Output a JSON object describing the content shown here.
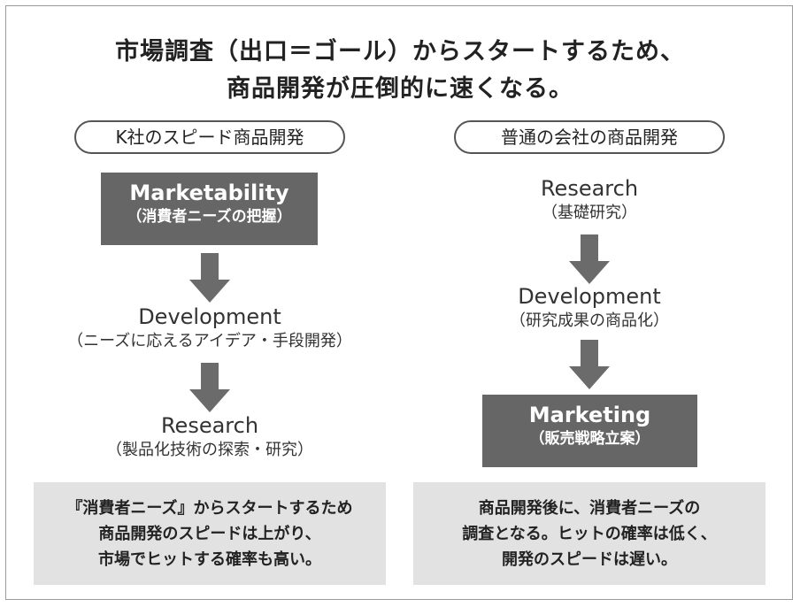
{
  "title": {
    "line1": "市場調査（出口＝ゴール）からスタートするため、",
    "line2": "商品開発が圧倒的に速くなる。"
  },
  "left": {
    "header": "K社のスピード商品開発",
    "step1": {
      "en": "Marketability",
      "jp": "（消費者ニーズの把握）"
    },
    "step2": {
      "en": "Development",
      "jp": "（ニーズに応えるアイデア・手段開発）"
    },
    "step3": {
      "en": "Research",
      "jp": "（製品化技術の探索・研究）"
    },
    "note": {
      "line1": "『消費者ニーズ』からスタートするため",
      "line2": "商品開発のスピードは上がり、",
      "line3": "市場でヒットする確率も高い。"
    }
  },
  "right": {
    "header": "普通の会社の商品開発",
    "step1": {
      "en": "Research",
      "jp": "（基礎研究）"
    },
    "step2": {
      "en": "Development",
      "jp": "（研究成果の商品化）"
    },
    "step3": {
      "en": "Marketing",
      "jp": "（販売戦略立案）"
    },
    "note": {
      "line1": "商品開発後に、消費者ニーズの",
      "line2": "調査となる。ヒットの確率は低く、",
      "line3": "開発のスピードは遅い。"
    }
  },
  "colors": {
    "dark_box": "#666666",
    "arrow": "#6b6b6b",
    "note_bg": "#e2e2e2"
  }
}
